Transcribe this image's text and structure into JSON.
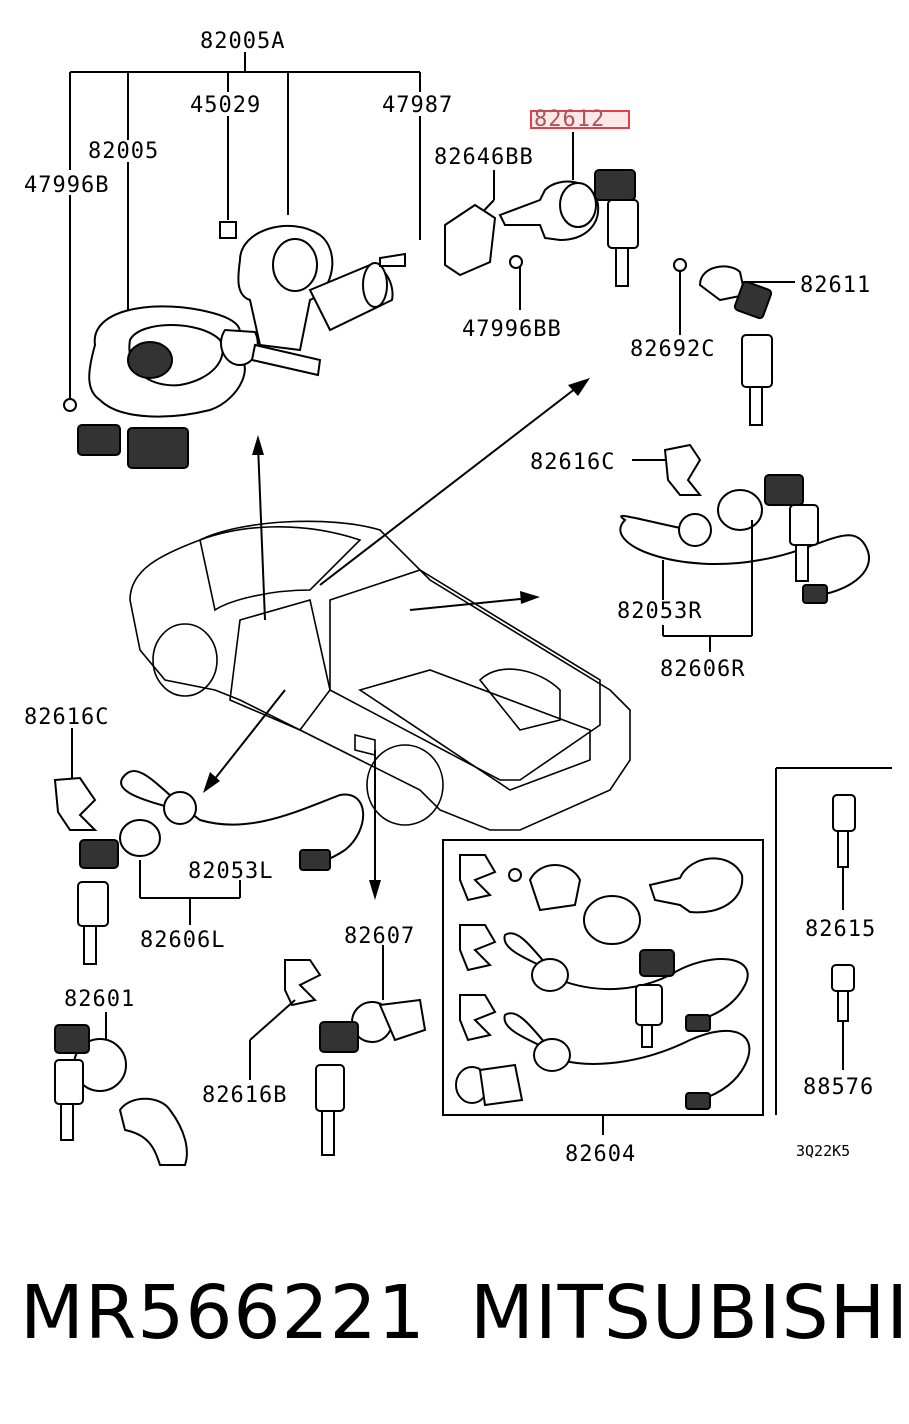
{
  "labels": {
    "l_82005A": "82005A",
    "l_45029": "45029",
    "l_47987": "47987",
    "l_82005": "82005",
    "l_47996B": "47996B",
    "l_82612": "82612",
    "l_82646BB": "82646BB",
    "l_47996BB": "47996BB",
    "l_82611": "82611",
    "l_82692C": "82692C",
    "l_82616C_r": "82616C",
    "l_82053R": "82053R",
    "l_82606R": "82606R",
    "l_82616C_l": "82616C",
    "l_82053L": "82053L",
    "l_82606L": "82606L",
    "l_82601": "82601",
    "l_82607": "82607",
    "l_82616B": "82616B",
    "l_82604": "82604",
    "l_82615": "82615",
    "l_88576": "88576",
    "l_code": "3Q22K5"
  },
  "footer": {
    "part_number": "MR566221",
    "brand": "MITSUBISHI"
  },
  "highlight_color": "#e0404a"
}
